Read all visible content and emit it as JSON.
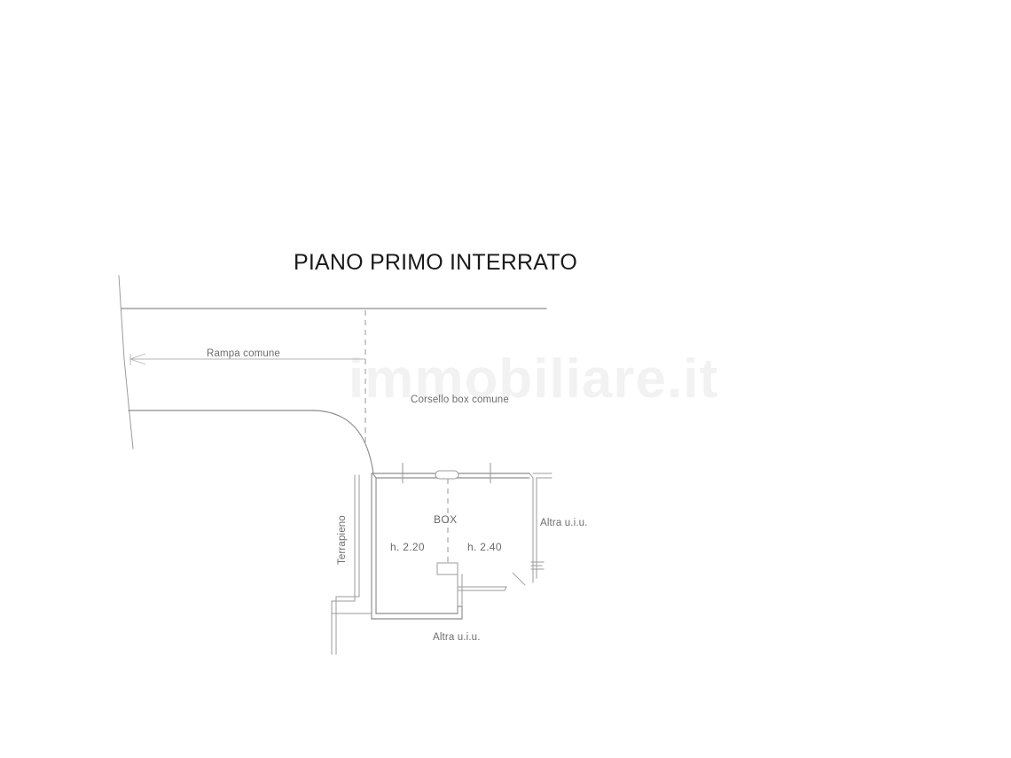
{
  "document": {
    "type": "architectural-floor-plan",
    "title": "PIANO PRIMO INTERRATO",
    "background_color": "#ffffff",
    "line_color": "#8d8d8d",
    "text_color": "#6d6d6d",
    "title_color": "#1b1b1b"
  },
  "watermark": {
    "text": "immobiliare.it",
    "color": "#f2f2f2"
  },
  "labels": {
    "ramp": "Rampa comune",
    "corridor": "Corsello box comune",
    "embankment": "Terrapieno",
    "box": "BOX",
    "height_left": "h. 2.20",
    "height_right": "h. 2.40",
    "other_unit_right": "Altra u.i.u.",
    "other_unit_bottom": "Altra u.i.u."
  },
  "rooms": [
    {
      "name": "Rampa comune",
      "description": "common ramp, dimension arrow spanning to the left boundary wall"
    },
    {
      "name": "Corsello box comune",
      "description": "common garage aisle north of the box"
    },
    {
      "name": "BOX",
      "description": "garage box, split by dashed line into two height zones",
      "heights": [
        "h. 2.20",
        "h. 2.40"
      ]
    },
    {
      "name": "Terrapieno",
      "description": "embankment along the west wall of the box, rotated label"
    },
    {
      "name": "Altra u.i.u.",
      "description": "other real-estate unit, east of the box"
    },
    {
      "name": "Altra u.i.u.",
      "description": "other real-estate unit, south of the box"
    }
  ]
}
